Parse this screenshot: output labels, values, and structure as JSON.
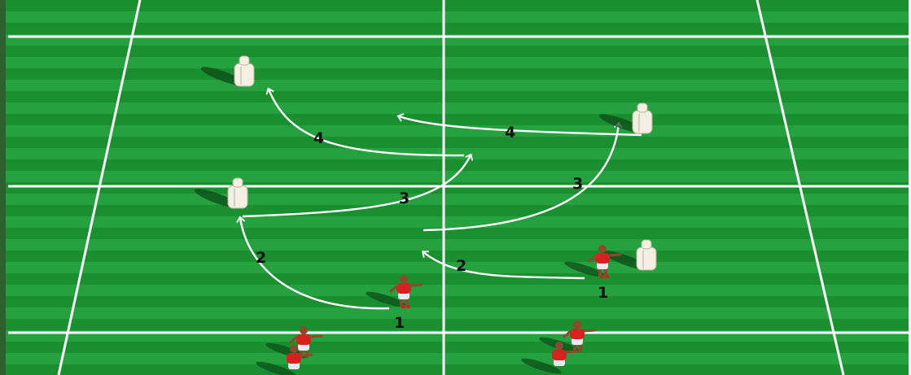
{
  "colors": {
    "stripe_dark": "#1a8f30",
    "stripe_light": "#25a23f",
    "line": "#ffffff",
    "frame_left": "#2e5f2e",
    "shirt": "#d82020",
    "skin": "#8b4a2b",
    "shorts": "#e8e8ee",
    "dummy": "#f3efe2",
    "dummy_stroke": "#b9b29c",
    "shadow": "#0c4a18",
    "arrow": "#ffffff",
    "label": "#111111"
  },
  "steps": {
    "left_1": "1",
    "left_2": "2",
    "left_3": "3",
    "left_4": "4",
    "right_1": "1",
    "right_2": "2",
    "right_3": "3",
    "right_4": "4"
  },
  "icons": {
    "dummy": "tackle-bag-icon",
    "player": "player-icon"
  }
}
